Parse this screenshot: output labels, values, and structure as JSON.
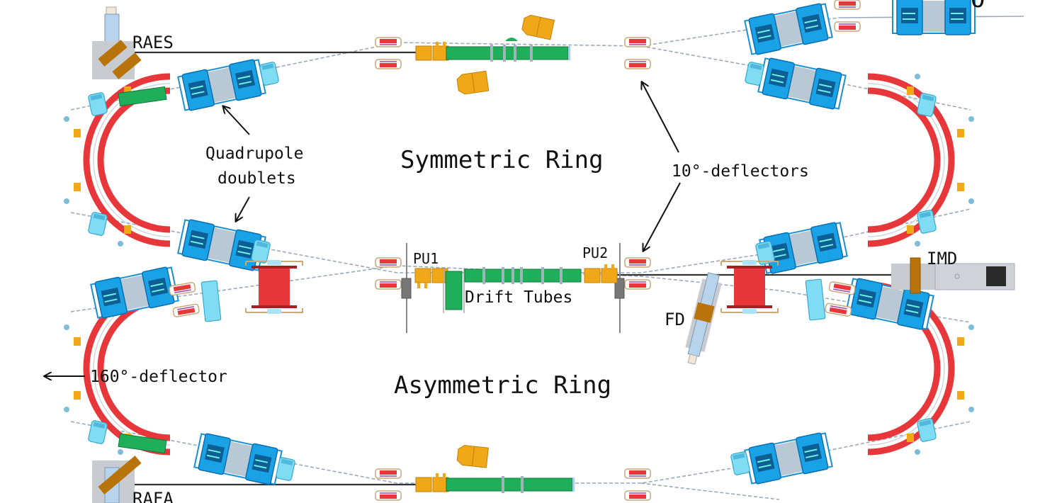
{
  "diagram": {
    "title": "Electrostatic double storage ring layout",
    "rings": {
      "upper": "Symmetric Ring",
      "lower": "Asymmetric Ring"
    },
    "labels": {
      "raes": "RAES",
      "rafa": "RAFA",
      "quadrupole_line1": "Quadrupole",
      "quadrupole_line2": "doublets",
      "deflectors_10": "10°-deflectors",
      "deflector_160": "160°-deflector",
      "pu1": "PU1",
      "pu2": "PU2",
      "drift_tubes": "Drift Tubes",
      "imd": "IMD",
      "fd": "FD",
      "top_right_partial": "O"
    },
    "colors": {
      "deflector_red": "#e8373a",
      "quadrupole_blue": "#1aa2e6",
      "drift_green": "#1fae5a",
      "pickup_orange": "#f0a818",
      "detector_brown": "#b8740a",
      "steerer_lightblue": "#7fdcf2",
      "chamber_gray": "#c8ccd0"
    }
  }
}
